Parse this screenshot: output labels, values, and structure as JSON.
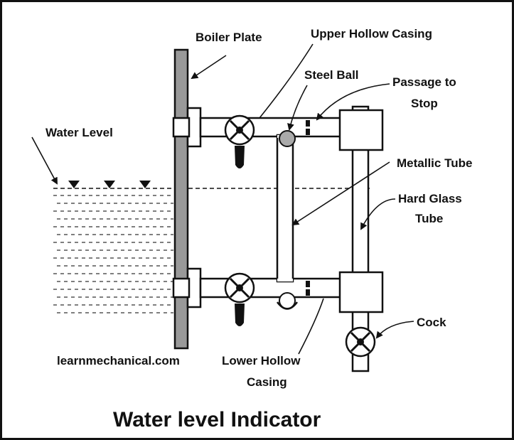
{
  "labels": {
    "boiler_plate": "Boiler Plate",
    "upper_hollow_casing": "Upper Hollow Casing",
    "steel_ball": "Steel Ball",
    "passage_to_stop_line1": "Passage to",
    "passage_to_stop_line2": "Stop",
    "water_level": "Water Level",
    "metallic_tube": "Metallic Tube",
    "hard_glass_tube_line1": "Hard Glass",
    "hard_glass_tube_line2": "Tube",
    "cock": "Cock",
    "lower_hollow_casing_line1": "Lower Hollow",
    "lower_hollow_casing_line2": "Casing"
  },
  "watermark": "learnmechanical.com",
  "title": "Water level Indicator"
}
